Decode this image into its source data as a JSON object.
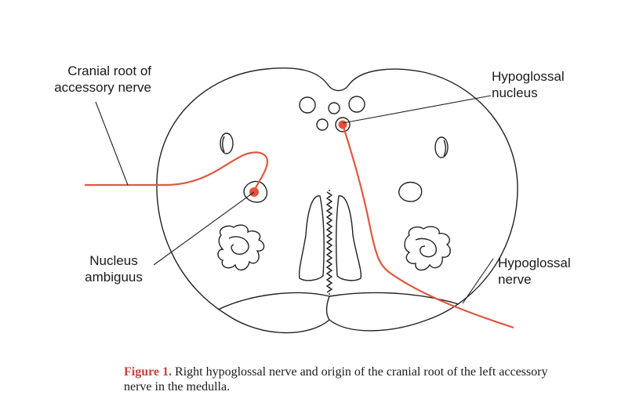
{
  "labels": {
    "cranial_root_line1": "Cranial root of",
    "cranial_root_line2": "accessory nerve",
    "hypoglossal_nucleus_line1": "Hypoglossal",
    "hypoglossal_nucleus_line2": "nucleus",
    "nucleus_ambiguus_line1": "Nucleus",
    "nucleus_ambiguus_line2": "ambiguus",
    "hypoglossal_nerve_line1": "Hypoglossal",
    "hypoglossal_nerve_line2": "nerve"
  },
  "caption": {
    "figure_label": "Figure 1.",
    "text": " Right hypoglossal nerve and origin of the cranial root of the left accessory nerve in the medulla."
  },
  "colors": {
    "nerve": "#e05840",
    "nucleus_fill": "#e8503a",
    "outline": "#222222",
    "figure_label": "#c8403a"
  }
}
